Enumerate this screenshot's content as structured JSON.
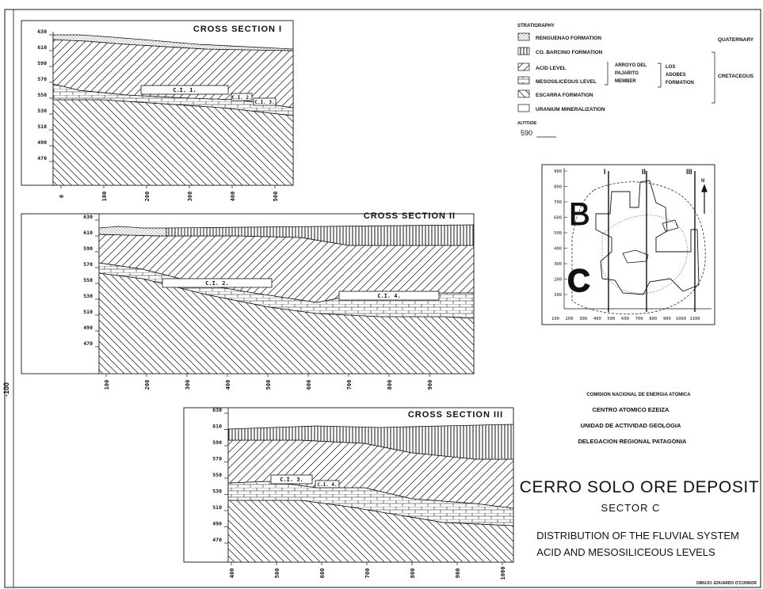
{
  "side_label": "-100",
  "legend": {
    "heading": "STRATIGRAPHY",
    "items": [
      {
        "key": "renguenao",
        "label": "RENGUENAO FORMATION"
      },
      {
        "key": "barcino",
        "label": "CO. BARCINO FORMATION"
      },
      {
        "key": "acid",
        "label": "ACID LEVEL"
      },
      {
        "key": "meso",
        "label": "MESOSILICEOUS LEVEL"
      },
      {
        "key": "escarra",
        "label": "ESCARRA FORMATION"
      },
      {
        "key": "uranium",
        "label": "URANIUM MINERALIZATION"
      }
    ],
    "member_lines": [
      "ARROYO DEL",
      "PAJARITO",
      "MEMBER"
    ],
    "formation_lines": [
      "LOS",
      "ADOBES",
      "FORMATION"
    ],
    "period_quaternary": "QUATERNARY",
    "period_cretaceous": "CRETACEOUS",
    "altitude_label": "ALTITUDE",
    "altitude_value": "590"
  },
  "sections": [
    {
      "title": "CROSS SECTION I",
      "y_ticks": [
        "630",
        "610",
        "590",
        "570",
        "550",
        "530",
        "510",
        "490",
        "470"
      ],
      "x_ticks": [
        "0",
        "100",
        "200",
        "300",
        "400",
        "500"
      ],
      "bodies": [
        "C.I. 1.",
        "C.I. 2.",
        "C.I. 3."
      ]
    },
    {
      "title": "CROSS SECTION II",
      "y_ticks": [
        "630",
        "610",
        "590",
        "570",
        "550",
        "530",
        "510",
        "490",
        "470"
      ],
      "x_ticks": [
        "100",
        "200",
        "300",
        "400",
        "500",
        "600",
        "700",
        "800",
        "900"
      ],
      "bodies": [
        "C.I. 2.",
        "C.I. 4."
      ]
    },
    {
      "title": "CROSS SECTION III",
      "y_ticks": [
        "630",
        "610",
        "590",
        "570",
        "550",
        "530",
        "510",
        "490",
        "470"
      ],
      "x_ticks": [
        "400",
        "500",
        "600",
        "700",
        "800",
        "900",
        "1000"
      ],
      "bodies": [
        "C.I. 3.",
        "C.I. 4."
      ]
    }
  ],
  "location_map": {
    "y_ticks": [
      "900",
      "800",
      "700",
      "600",
      "500",
      "400",
      "300",
      "200",
      "100"
    ],
    "x_ticks": [
      "100",
      "200",
      "300",
      "400",
      "500",
      "600",
      "700",
      "800",
      "900",
      "1000",
      "1100"
    ],
    "section_marks": [
      "I",
      "II",
      "III"
    ],
    "sector_letters": [
      "B",
      "C"
    ],
    "north_label": "N"
  },
  "institution": [
    "COMISION NACIONAL DE ENERGIA ATOMICA",
    "CENTRO ATOMICO EZEIZA",
    "UNIDAD DE ACTIVIDAD GEOLOGIA",
    "DELEGACION REGIONAL PATAGONIA"
  ],
  "title": {
    "main": "CERRO SOLO ORE DEPOSIT",
    "sector": "SECTOR C",
    "line1": "DISTRIBUTION OF THE FLUVIAL SYSTEM",
    "line2": "ACID AND MESOSILICEOUS LEVELS"
  },
  "credit": "DIBUJO: EDUARDO O'CONNOR",
  "colors": {
    "ink": "#111111",
    "paper": "#ffffff"
  }
}
